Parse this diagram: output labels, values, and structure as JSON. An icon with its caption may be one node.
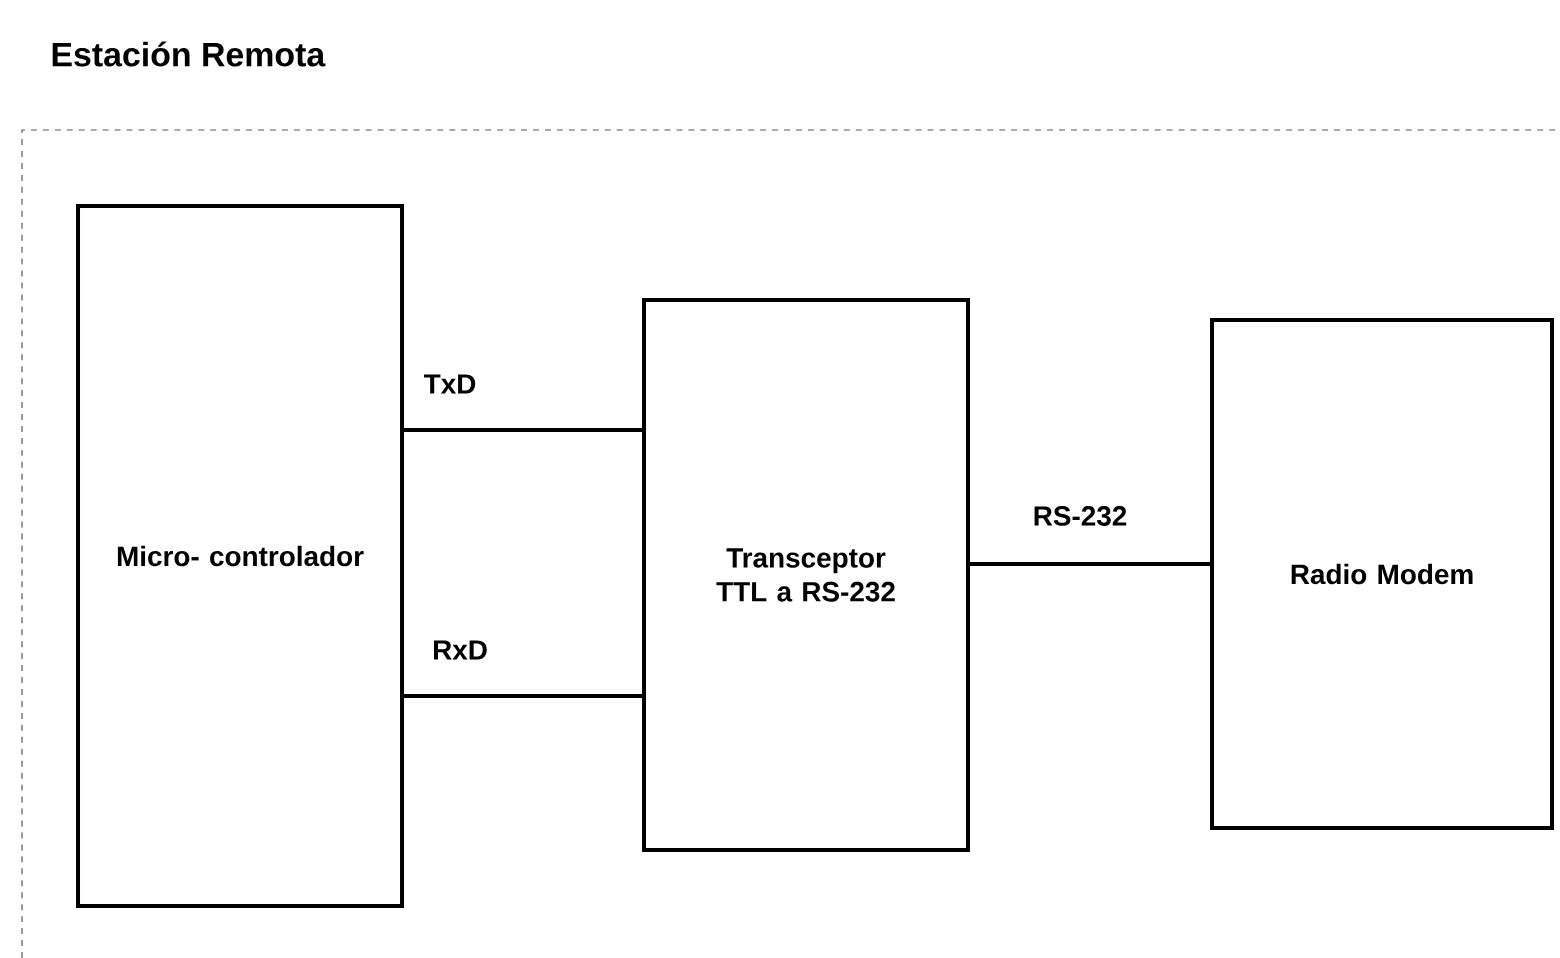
{
  "diagram": {
    "nodes": [
      {
        "text": [
          "Estación Remota"
        ]
      },
      {
        "text": [
          "Micro- controlador"
        ],
        "in": 0
      },
      {
        "text": [
          "Transceptor TTL a RS-232"
        ],
        "in": 0
      },
      {
        "text": [
          "Radio Modem"
        ],
        "in": 0
      }
    ],
    "edges": [
      {
        "from": 1,
        "to": 2,
        "arrow": "none",
        "label": "TxD"
      },
      {
        "from": 1,
        "to": 2,
        "arrow": "none",
        "label": "RxD"
      },
      {
        "from": 2,
        "to": 3,
        "arrow": "none",
        "label": "RS-232"
      }
    ]
  }
}
